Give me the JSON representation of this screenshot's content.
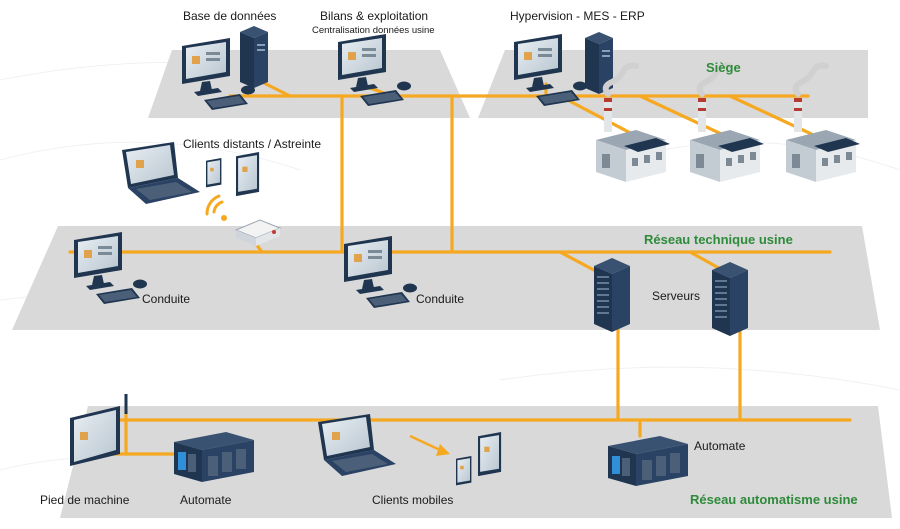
{
  "zones": {
    "siege": "Siège",
    "technique": "Réseau technique usine",
    "automatisme": "Réseau automatisme usine"
  },
  "labels": {
    "database": "Base de données",
    "bilans": "Bilans & exploitation",
    "bilans_sub": "Centralisation données usine",
    "hypervision": "Hypervision - MES - ERP",
    "clients_distants": "Clients distants / Astreinte",
    "conduite_1": "Conduite",
    "conduite_2": "Conduite",
    "serveurs": "Serveurs",
    "pied_machine": "Pied de machine",
    "automate_1": "Automate",
    "clients_mobiles": "Clients mobiles",
    "automate_2": "Automate"
  },
  "colors": {
    "wire": "#f6a821",
    "zone_label": "#2e8b3a",
    "platform": "#d9d9d9",
    "device_dark": "#1f3550"
  }
}
